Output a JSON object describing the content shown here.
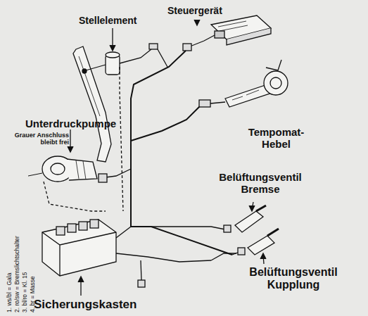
{
  "diagram": {
    "labels": [
      "Stellelement",
      "Steuergerät",
      "Unterdruckpumpe",
      "Grauer Anschluss bleibt frei",
      "Tempomat-Hebel",
      "Belüftungsventil Bremse",
      "1. ws/bl = Gala",
      "2. ro/sw = Bremslichtschalter",
      "3. bl/ro = Kl. 15",
      "4. br = Masse",
      "Belüftungsventil Kupplung",
      "Sicherungskasten"
    ]
  }
}
